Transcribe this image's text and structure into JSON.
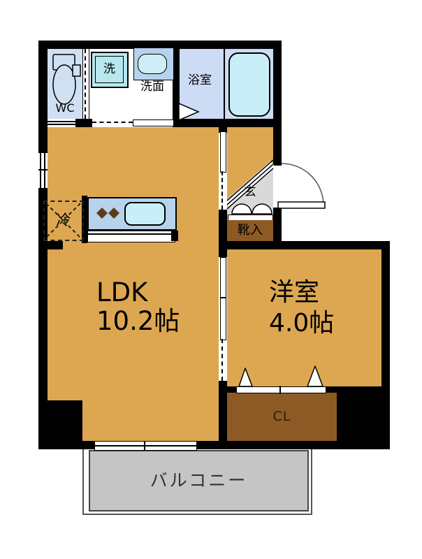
{
  "floorplan": {
    "type": "apartment-floorplan-1LDK",
    "rooms": {
      "ldk": {
        "name": "LDK",
        "size": "10.2帖"
      },
      "western_room": {
        "name": "洋室",
        "size": "4.0帖"
      },
      "bathroom": {
        "label": "浴室"
      },
      "washroom": {
        "label": "洗面"
      },
      "washer": {
        "label": "洗"
      },
      "toilet": {
        "label": "WC"
      },
      "entrance": {
        "label": "玄"
      },
      "shoe_storage": {
        "label": "靴入"
      },
      "closet": {
        "label": "CL"
      },
      "refrigerator": {
        "label": "冷"
      },
      "balcony": {
        "label": "バルコニー"
      }
    },
    "colors": {
      "wall": "#000000",
      "floor_tan": "#dda751",
      "wet_room_blue": "#cfe0f2",
      "bathroom_blue": "#ccdcf4",
      "fixture_cyan": "#c9eef7",
      "counter_blue": "#b7d2ec",
      "storage_brown": "#8d5a26",
      "balcony_gray": "#c5c5c5",
      "entrance_gray": "#d9d9d9",
      "burner_brown": "#5f3c17"
    }
  }
}
